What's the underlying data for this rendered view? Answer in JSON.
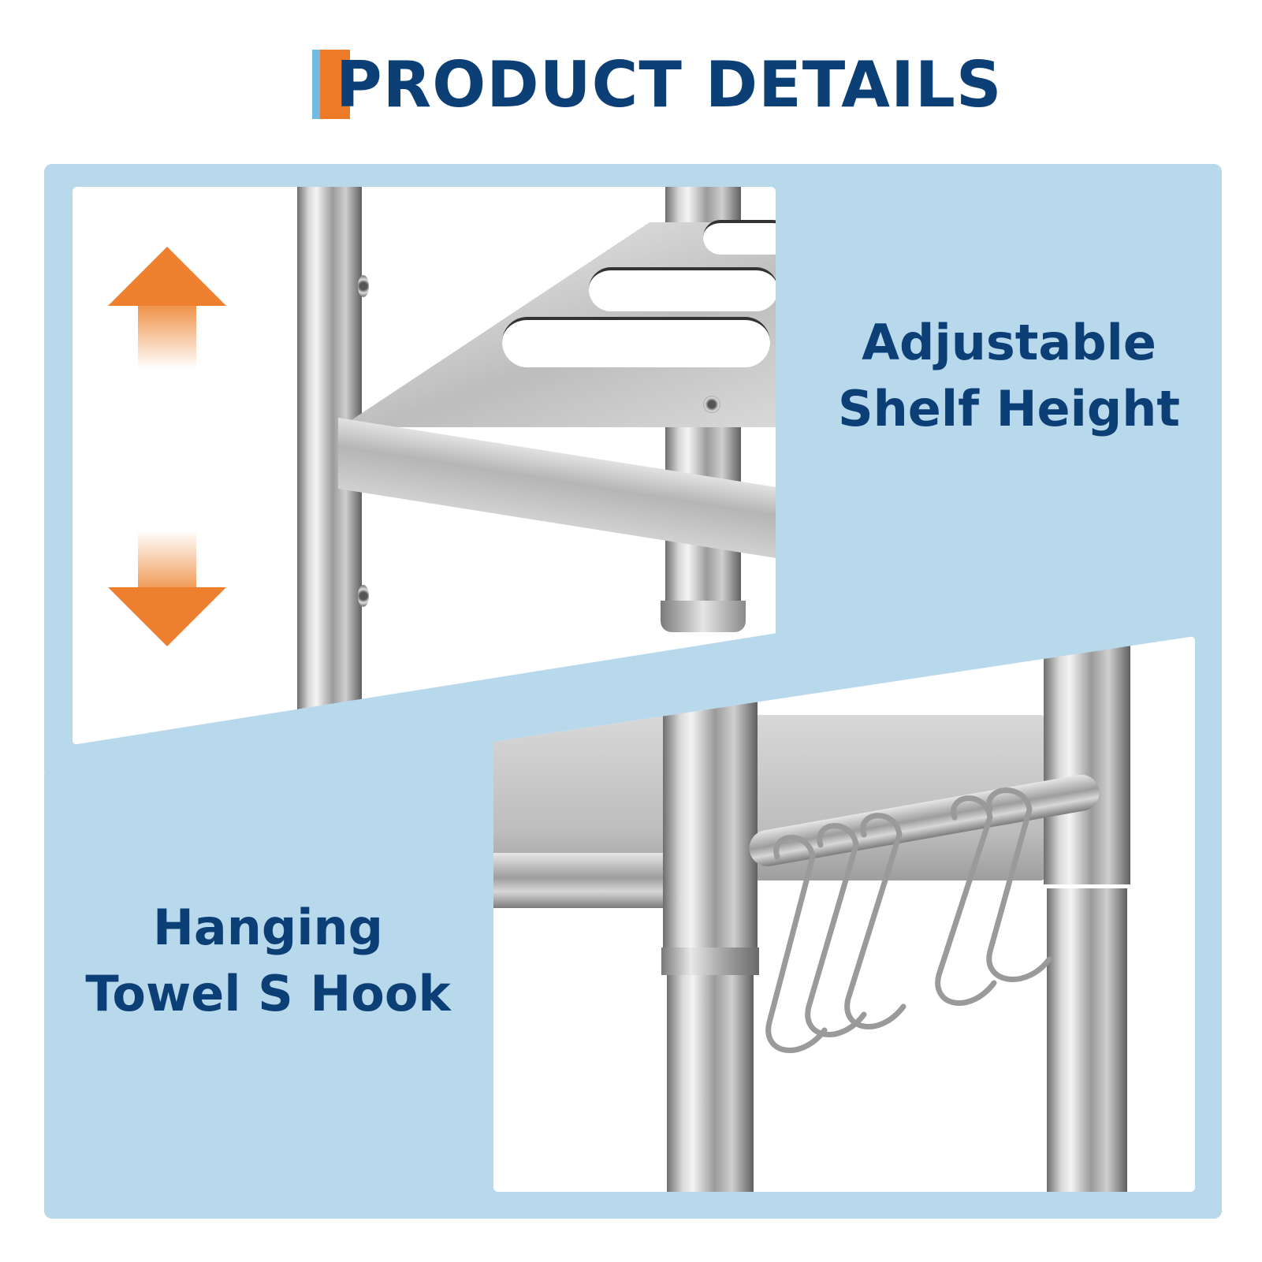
{
  "header": {
    "title": "PRODUCT DETAILS",
    "accent_colors": {
      "light_blue": "#74b9e0",
      "orange": "#ec7a27"
    },
    "title_color": "#0c3f76"
  },
  "background": {
    "panel_color": "#b8d8ec",
    "page_color": "#ffffff"
  },
  "features": [
    {
      "id": "adjustable-shelf",
      "lines": [
        "Adjustable",
        "Shelf Height"
      ],
      "icons": [
        "arrow-up-icon",
        "arrow-down-icon"
      ],
      "image": "stainless steel shelf corner mounted on adjustable poles"
    },
    {
      "id": "hanging-hook",
      "lines": [
        "Hanging",
        "Towel S Hook"
      ],
      "image": "stainless steel rail with five S hooks"
    }
  ],
  "arrow_color": "#ee7f2e"
}
